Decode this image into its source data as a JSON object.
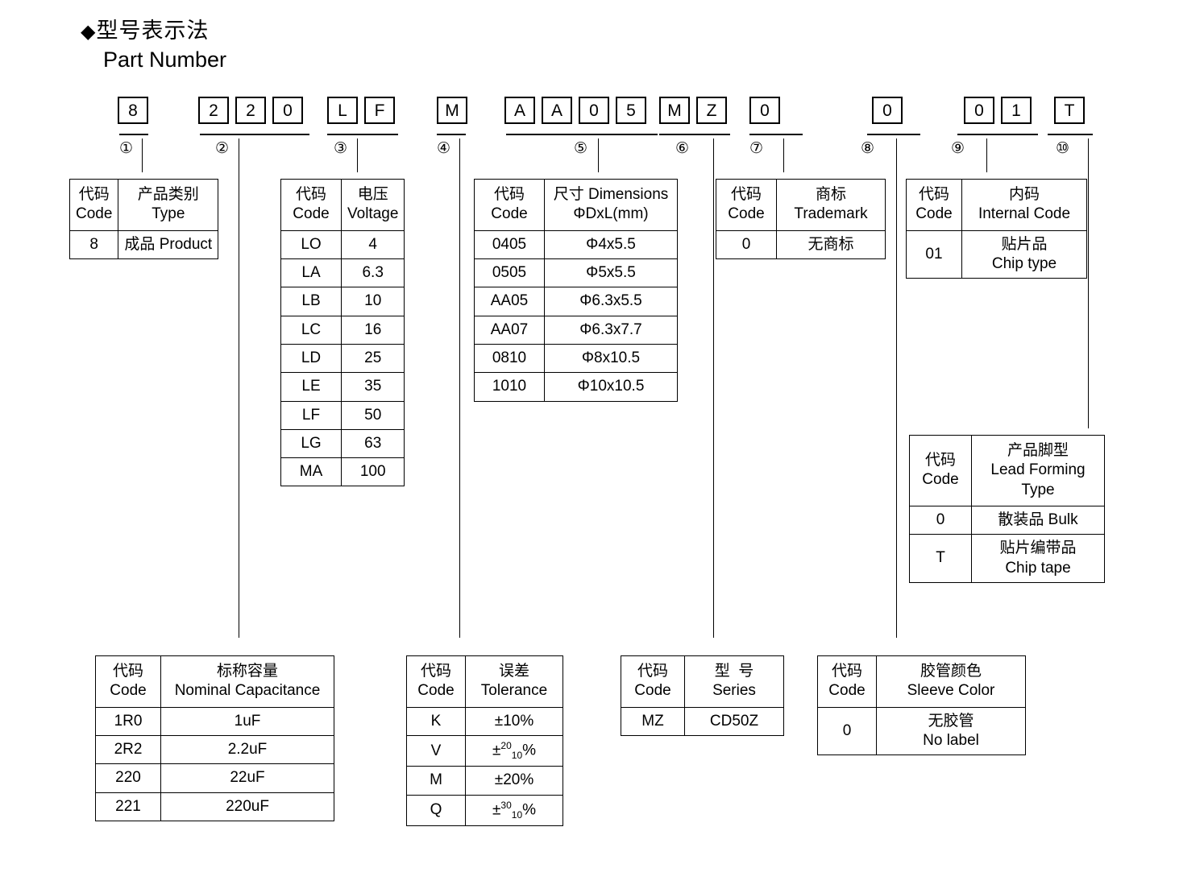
{
  "heading": {
    "diamond": "◆",
    "title_cn": "型号表示法",
    "title_en": "Part Number"
  },
  "part_number": {
    "segments": [
      {
        "marker": "①",
        "chars": [
          "8"
        ]
      },
      {
        "marker": "②",
        "chars": [
          "2",
          "2",
          "0"
        ]
      },
      {
        "marker": "③",
        "chars": [
          "L",
          "F"
        ]
      },
      {
        "marker": "④",
        "chars": [
          "M"
        ]
      },
      {
        "marker": "⑤",
        "chars": [
          "A",
          "A",
          "0",
          "5"
        ]
      },
      {
        "marker": "⑥",
        "chars": [
          "M",
          "Z"
        ]
      },
      {
        "marker": "⑦",
        "chars": [
          "0"
        ]
      },
      {
        "marker": "⑧",
        "chars": [
          "0"
        ]
      },
      {
        "marker": "⑨",
        "chars": [
          "0",
          "1"
        ]
      },
      {
        "marker": "⑩",
        "chars": [
          "T"
        ]
      }
    ]
  },
  "labels": {
    "code_cn": "代码",
    "code_en": "Code"
  },
  "tables": {
    "type": {
      "header_cn": "产品类别",
      "header_en": "Type",
      "rows": [
        {
          "code": "8",
          "value": "成品 Product"
        }
      ]
    },
    "voltage": {
      "header_cn": "电压",
      "header_en": "Voltage",
      "rows": [
        {
          "code": "LO",
          "value": "4"
        },
        {
          "code": "LA",
          "value": "6.3"
        },
        {
          "code": "LB",
          "value": "10"
        },
        {
          "code": "LC",
          "value": "16"
        },
        {
          "code": "LD",
          "value": "25"
        },
        {
          "code": "LE",
          "value": "35"
        },
        {
          "code": "LF",
          "value": "50"
        },
        {
          "code": "LG",
          "value": "63"
        },
        {
          "code": "MA",
          "value": "100"
        }
      ]
    },
    "dimensions": {
      "header_cn": "尺寸 Dimensions",
      "header_en": "ΦDxL(mm)",
      "rows": [
        {
          "code": "0405",
          "value": "Φ4x5.5"
        },
        {
          "code": "0505",
          "value": "Φ5x5.5"
        },
        {
          "code": "AA05",
          "value": "Φ6.3x5.5"
        },
        {
          "code": "AA07",
          "value": "Φ6.3x7.7"
        },
        {
          "code": "0810",
          "value": "Φ8x10.5"
        },
        {
          "code": "1010",
          "value": "Φ10x10.5"
        }
      ]
    },
    "trademark": {
      "header_cn": "商标",
      "header_en": "Trademark",
      "rows": [
        {
          "code": "0",
          "value": "无商标"
        }
      ]
    },
    "internal_code": {
      "header_cn": "内码",
      "header_en": "Internal Code",
      "rows": [
        {
          "code": "01",
          "value_cn": "贴片品",
          "value_en": "Chip type"
        }
      ]
    },
    "lead_forming": {
      "header_cn": "产品脚型",
      "header_en": "Lead Forming",
      "header_en2": "Type",
      "rows": [
        {
          "code": "0",
          "value_cn": "散装品 Bulk",
          "value_en": ""
        },
        {
          "code": "T",
          "value_cn": "贴片编带品",
          "value_en": "Chip tape"
        }
      ]
    },
    "capacitance": {
      "header_cn": "标称容量",
      "header_en": "Nominal Capacitance",
      "rows": [
        {
          "code": "1R0",
          "value": "1uF"
        },
        {
          "code": "2R2",
          "value": "2.2uF"
        },
        {
          "code": "220",
          "value": "22uF"
        },
        {
          "code": "221",
          "value": "220uF"
        }
      ]
    },
    "tolerance": {
      "header_cn": "误差",
      "header_en": "Tolerance",
      "rows": [
        {
          "code": "K",
          "value": "±10%",
          "sup": "",
          "sub": "",
          "suffix": ""
        },
        {
          "code": "V",
          "value": "±",
          "sup": "20",
          "sub": "10",
          "suffix": "%"
        },
        {
          "code": "M",
          "value": "±20%",
          "sup": "",
          "sub": "",
          "suffix": ""
        },
        {
          "code": "Q",
          "value": "±",
          "sup": "30",
          "sub": "10",
          "suffix": "%"
        }
      ]
    },
    "series": {
      "header_cn": "型  号",
      "header_en": "Series",
      "rows": [
        {
          "code": "MZ",
          "value": "CD50Z"
        }
      ]
    },
    "sleeve_color": {
      "header_cn": "胶管颜色",
      "header_en": "Sleeve Color",
      "rows": [
        {
          "code": "0",
          "value_cn": "无胶管",
          "value_en": "No label"
        }
      ]
    }
  }
}
